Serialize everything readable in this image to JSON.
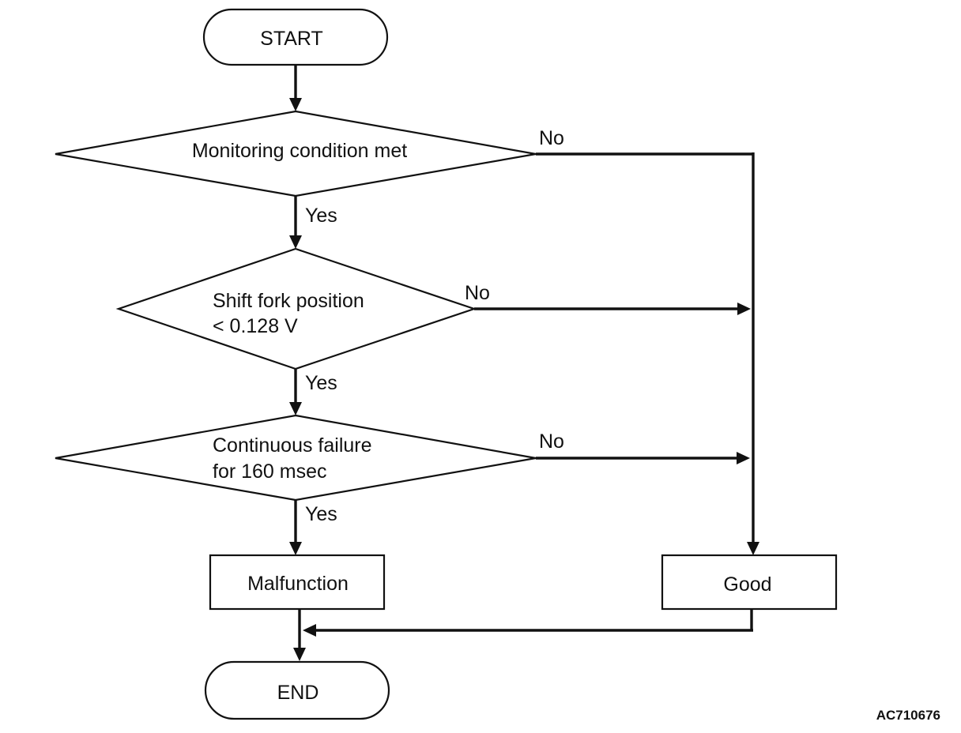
{
  "diagram": {
    "start": "START",
    "end": "END",
    "decision1": "Monitoring condition met",
    "decision2": [
      "Shift fork position",
      "< 0.128 V"
    ],
    "decision3": [
      "Continuous failure",
      "for 160 msec"
    ],
    "malfunction": "Malfunction",
    "good": "Good",
    "yes": "Yes",
    "no": "No",
    "figure_code": "AC710676"
  }
}
